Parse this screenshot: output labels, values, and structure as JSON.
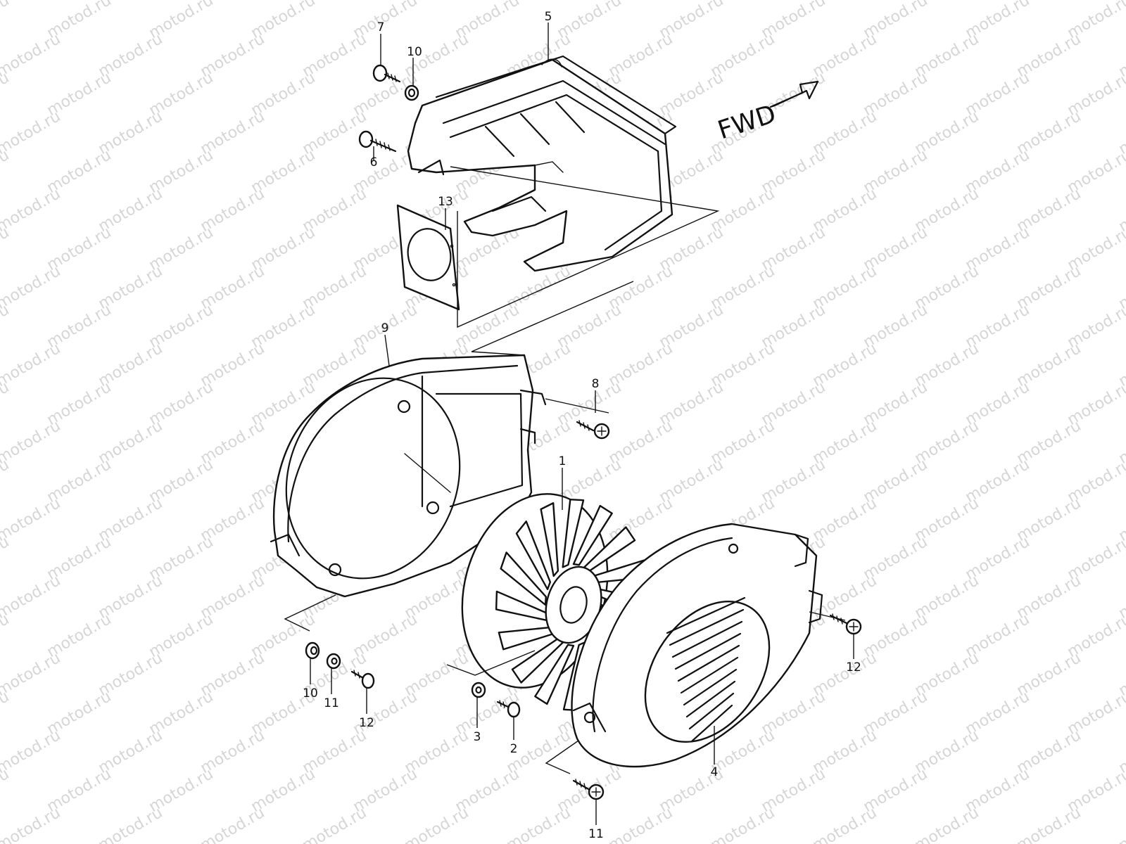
{
  "watermark": "motod.ru",
  "direction_label": "FWD",
  "callouts": {
    "c1": "1",
    "c2": "2",
    "c3": "3",
    "c4": "4",
    "c5": "5",
    "c6": "6",
    "c7": "7",
    "c8": "8",
    "c9": "9",
    "c10a": "10",
    "c10b": "10",
    "c11a": "11",
    "c11b": "11",
    "c12a": "12",
    "c12b": "12",
    "c13": "13"
  },
  "colors": {
    "line": "#111111",
    "watermark": "#d6d6d6",
    "background": "#ffffff"
  }
}
